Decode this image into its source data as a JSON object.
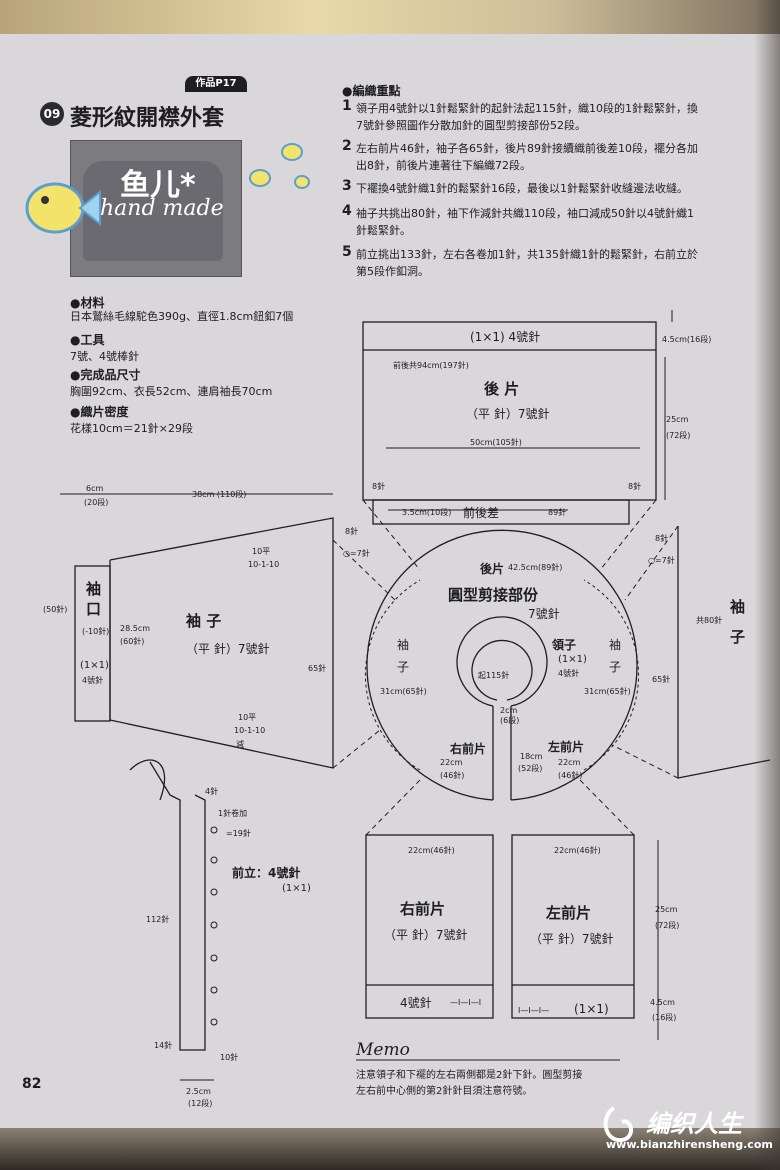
{
  "header": {
    "reference": "作品P17",
    "number": "09",
    "title": "菱形紋開襟外套"
  },
  "watermark": {
    "text": "鱼儿*",
    "script": "hand made"
  },
  "materials": {
    "materials_heading": "●材料",
    "materials_text": "日本鷲絲毛線駝色390g、直徑1.8cm鈕釦7個",
    "tools_heading": "●工具",
    "tools_text": "7號、4號棒針",
    "size_heading": "●完成品尺寸",
    "size_text": "胸圍92cm、衣長52cm、連肩袖長70cm",
    "gauge_heading": "●織片密度",
    "gauge_text": "花樣10cm＝21針×29段"
  },
  "instructions": {
    "heading": "●編織重點",
    "steps": [
      {
        "num": "1",
        "line1": "領子用4號針以1針鬆緊針的起針法起115針，織10段的1針鬆緊針，換",
        "line2": "7號針參照圖作分散加針的圓型剪接部份52段。"
      },
      {
        "num": "2",
        "line1": "左右前片46針，袖子各65針，後片89針接續織前後差10段，襬分各加",
        "line2": "出8針，前後片連著往下編織72段。"
      },
      {
        "num": "3",
        "line1": "下襬換4號針織1針的鬆緊針16段，最後以1針鬆緊針收縫邊法收縫。",
        "line2": ""
      },
      {
        "num": "4",
        "line1": "袖子共挑出80針，袖下作減針共織110段，袖口減成50針以4號針織1",
        "line2": "針鬆緊針。"
      },
      {
        "num": "5",
        "line1": "前立挑出133針，左右各卷加1針，共135針織1針的鬆緊針，右前立於",
        "line2": "第5段作釦洞。"
      }
    ]
  },
  "diagram": {
    "back": {
      "rib": "(1×1)  4號針",
      "rib_len": "4.5cm(16段)",
      "total": "前後共94cm(197針)",
      "name": "後  片",
      "pattern": "（平 針）7號針",
      "width": "50cm(105針)",
      "height": "25cm",
      "height_rows": "(72段)",
      "inc_left": "8針",
      "inc_right": "8針",
      "diff_left": "3.5cm(10段)",
      "diff_name": "前後差",
      "diff_right": "89針"
    },
    "sleeve_left": {
      "cuff_name_1": "袖",
      "cuff_name_2": "口",
      "cuff_count": "(50針)",
      "cuff_dec": "(-10針)",
      "cuff_rib": "(1×1)",
      "cuff_needle": "4號針",
      "top_w": "6cm",
      "top_w_rows": "(20段)",
      "len": "38cm (110段)",
      "dec_top": "10平",
      "dec_top2": "10-1-10",
      "cuff_h": "28.5cm",
      "cuff_h_rows": "(60針)",
      "name": "袖  子",
      "pattern": "（平 針）7號針",
      "st": "65針",
      "dec_bot": "10平",
      "dec_bot2": "10-1-10",
      "dec_bot3": "減",
      "seam_top": "8針",
      "seam_mid": "○=7針"
    },
    "sleeve_right": {
      "seam_top": "8針",
      "seam_mid": "○=7針",
      "pick": "共80針",
      "st": "65針",
      "name_1": "袖",
      "name_2": "子"
    },
    "yoke": {
      "back_label": "後片",
      "back_width": "42.5cm(89針)",
      "name": "圓型剪接部份",
      "needle": "7號針",
      "collar": "領子",
      "collar_rib": "(1×1)",
      "collar_needle": "4號針",
      "cast_on": "起115針",
      "rows": "2cm",
      "rows2": "(6段)",
      "sleeve_l1": "袖",
      "sleeve_l2": "子",
      "sleeve_l_st": "31cm(65針)",
      "sleeve_r1": "袖",
      "sleeve_r2": "子",
      "sleeve_r_st": "31cm(65針)",
      "rf_name": "右前片",
      "rf_w": "22cm",
      "rf_st": "(46針)",
      "lf_name": "左前片",
      "lf_w": "22cm",
      "lf_st": "(46針)",
      "yoke_h": "18cm",
      "yoke_rows": "(52段)"
    },
    "fronts": {
      "rf_width": "22cm(46針)",
      "rf_name": "右前片",
      "rf_pattern": "（平 針）7號針",
      "rf_rib": "4號針",
      "rf_marks": "—I—I—I",
      "lf_width": "22cm(46針)",
      "lf_name": "左前片",
      "lf_pattern": "（平 針）7號針",
      "lf_rib": "(1×1)",
      "lf_marks": "I—I—I—",
      "height": "25cm",
      "height_rows": "(72段)",
      "rib_h": "4.5cm",
      "rib_rows": "(16段)"
    },
    "band": {
      "top": "4針",
      "inc": "1針卷加",
      "hole": "=19針",
      "name": "前立：4號針",
      "rib": "(1×1)",
      "len": "112針",
      "bottom": "14針",
      "end": "10針",
      "width": "2.5cm",
      "width_rows": "(12段)"
    }
  },
  "memo": {
    "heading": "Memo",
    "line1": "注意領子和下襬的左右兩側都是2針下針。圓型剪接",
    "line2": "左右前中心側的第2針針目須注意符號。"
  },
  "footer": {
    "page": "82",
    "site": "www.bianzhirensheng.com",
    "logo": "编织人生"
  }
}
